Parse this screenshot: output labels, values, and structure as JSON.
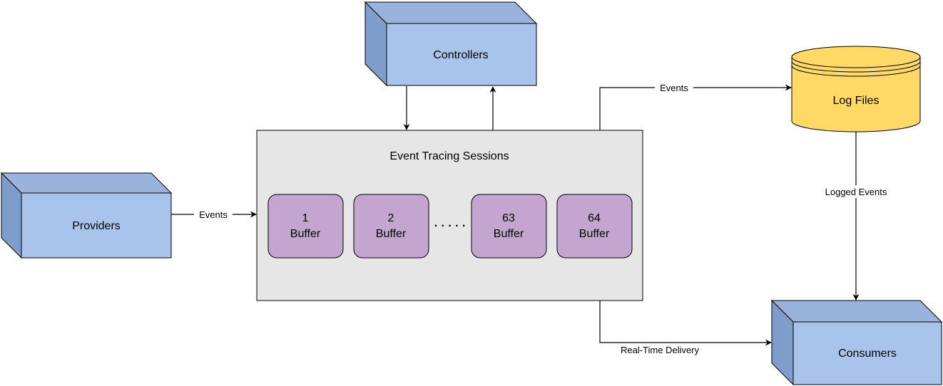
{
  "colors": {
    "cube_front": "#a9c4eb",
    "cube_side": "#7f9dca",
    "cube_top": "#9ab3dd",
    "session_fill": "#e6e6e6",
    "buffer_fill": "#c3a5cf",
    "cylinder_fill": "#ffd966",
    "stroke": "#000000"
  },
  "nodes": {
    "controllers": {
      "label": "Controllers"
    },
    "providers": {
      "label": "Providers"
    },
    "consumers": {
      "label": "Consumers"
    },
    "log_files": {
      "label": "Log Files"
    },
    "session": {
      "title": "Event Tracing Sessions"
    }
  },
  "buffers": [
    {
      "number": "1",
      "label": "Buffer"
    },
    {
      "number": "2",
      "label": "Buffer"
    },
    {
      "number": "63",
      "label": "Buffer"
    },
    {
      "number": "64",
      "label": "Buffer"
    }
  ],
  "ellipsis": "· · · · ·",
  "edges": {
    "providers_to_session": "Events",
    "session_to_log_files": "Events",
    "log_files_to_consumers": "Logged Events",
    "session_to_consumers": "Real-Time Delivery"
  }
}
